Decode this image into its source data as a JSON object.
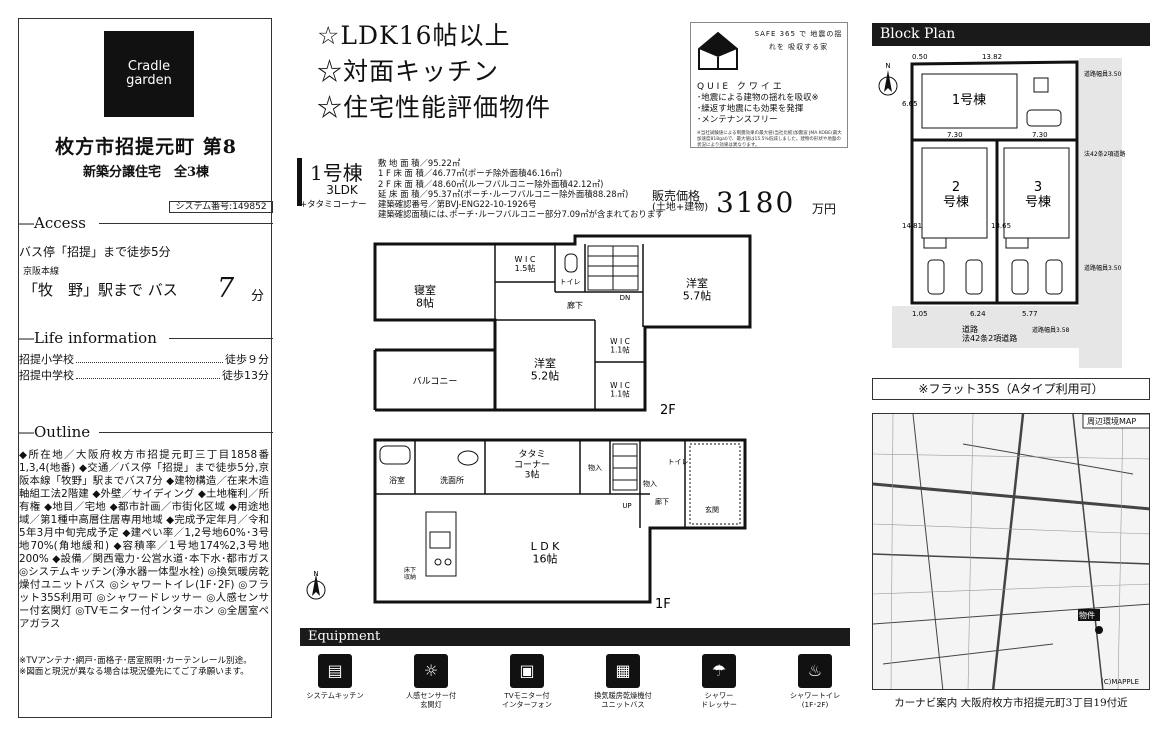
{
  "brand": {
    "logo_line1": "Cradle",
    "logo_line2": "garden"
  },
  "title": {
    "main": "枚方市招提元町 第8",
    "sub": "新築分譲住宅　全3棟",
    "system_no": "システム番号:149852"
  },
  "access": {
    "heading": "Access",
    "line1": "バス停「招提」まで徒歩5分",
    "line_name": "京阪本線",
    "station": "「牧　野」駅まで バス",
    "minutes": "7",
    "minutes_unit": "分"
  },
  "life": {
    "heading": "Life information",
    "rows": [
      {
        "name": "招提小学校",
        "value": "徒歩９分"
      },
      {
        "name": "招提中学校",
        "value": "徒歩13分"
      }
    ]
  },
  "outline": {
    "heading": "Outline",
    "text": "◆所在地／大阪府枚方市招提元町三丁目1858番1,3,4(地番) ◆交通／バス停「招提」まで徒歩5分,京阪本線「牧野」駅までバス7分 ◆建物構造／在来木造軸組工法2階建 ◆外壁／サイディング ◆土地権利／所有権 ◆地目／宅地 ◆都市計画／市街化区域 ◆用途地域／第1種中高層住居専用地域 ◆完成予定年月／令和5年3月中旬完成予定 ◆建ぺい率／1,2号地60%･3号地70%(角地緩和) ◆容積率／1号地174%2,3号地200% ◆設備／関西電力･公営水道･本下水･都市ガス ◎システムキッチン(浄水器一体型水栓) ◎換気暖房乾燥付ユニットバス ◎シャワートイレ(1F･2F) ◎フラット35S利用可 ◎シャワードレッサー ◎人感センサー付玄関灯 ◎TVモニター付インターホン ◎全居室ペアガラス",
    "notes": "※TVアンテナ･網戸･面格子･居室照明･カーテンレール別途。\n※図面と現況が異なる場合は現況優先にてご了承願います。"
  },
  "headlines": [
    "☆LDK16帖以上",
    "☆対面キッチン",
    "☆住宅性能評価物件"
  ],
  "quie": {
    "safe": "SAFE 365 で 地震の揺れを 吸収する家",
    "name": "QUIE クワイエ",
    "bullets": [
      "･地震による建物の揺れを吸収※",
      "･繰返す地震にも効果を発揮",
      "･メンテナンスフリー"
    ],
    "fine": "※当社試験値による制震効果の最大値(当社比較)加震波 JMA KOBE(最大加速度818gal)で、最大値は15.5%低減しました。建物の形状や地盤の状況により効果は異なります。"
  },
  "house": {
    "number": "1号棟",
    "type": "3LDK",
    "extra": "+タタミコーナー",
    "specs": [
      "敷 地 面 積／95.22㎡",
      "1 F 床 面 積／46.77㎡(ポーチ除外面積46.16㎡)",
      "2 F 床 面 積／48.60㎡(ルーフバルコニー除外面積42.12㎡)",
      "延 床 面 積／95.37㎡(ポーチ･ルーフバルコニー除外面積88.28㎡)",
      "建築確認番号／第BVJ-ENG22-10-1926号",
      "建築確認面積には､ポーチ･ルーフバルコニー部分7.09㎡が含まれております"
    ],
    "price_label1": "販売価格",
    "price_label2": "(土地+建物)",
    "price": "3180",
    "price_unit": "万円"
  },
  "floorplan": {
    "floor2": {
      "label": "2F",
      "rooms": {
        "bedroom": "寝室\n8帖",
        "wic1": "W I C\n1.5帖",
        "toilet": "トイレ",
        "western1": "洋室\n5.7帖",
        "hall": "廊下",
        "dn": "DN",
        "western2": "洋室\n5.2帖",
        "wic2": "W I C\n1.1帖",
        "wic3": "W I C\n1.1帖",
        "balcony": "バルコニー"
      }
    },
    "floor1": {
      "label": "1F",
      "rooms": {
        "bath": "浴室",
        "washroom": "洗面所",
        "tatami": "タタミ\nコーナー\n3帖",
        "storage1": "物入",
        "toilet": "トイレ",
        "storage2": "物入",
        "hall": "廊下",
        "up": "UP",
        "entrance": "玄関",
        "ldk": "L D K\n16帖",
        "floor_storage": "床下\n収納"
      }
    }
  },
  "equipment": {
    "heading": "Equipment",
    "items": [
      {
        "label": "システムキッチン",
        "icon": "kitchen-icon"
      },
      {
        "label": "人感センサー付\n玄関灯",
        "icon": "lamp-icon"
      },
      {
        "label": "TVモニター付\nインターフォン",
        "icon": "intercom-icon"
      },
      {
        "label": "換気暖房乾燥機付\nユニットバス",
        "icon": "bath-dryer-icon"
      },
      {
        "label": "シャワー\nドレッサー",
        "icon": "shower-icon"
      },
      {
        "label": "シャワートイレ\n(1F･2F)",
        "icon": "toilet-icon"
      }
    ]
  },
  "block_plan": {
    "heading": "Block Plan",
    "lot1": "1号棟",
    "lot2": "2\n号棟",
    "lot3": "3\n号棟",
    "dims": [
      "0.50",
      "13.82",
      "6.65",
      "7.30",
      "7.30",
      "14.81",
      "13.65",
      "1.05",
      "6.24",
      "5.77"
    ],
    "road_right": "道路幅員3.50",
    "road_right2": "法42条2項道路",
    "road_bottom": "道路\n法42条2項道路",
    "road_bottom_width": "道路幅員3.58",
    "road_right_width2": "道路幅員3.50"
  },
  "flat35": "※フラット35S（Aタイプ利用可）",
  "map": {
    "title": "周辺環境MAP",
    "property": "物件",
    "copyright": "(C)MAPPLE",
    "caption": "カーナビ案内 大阪府枚方市招提元町3丁目19付近"
  }
}
